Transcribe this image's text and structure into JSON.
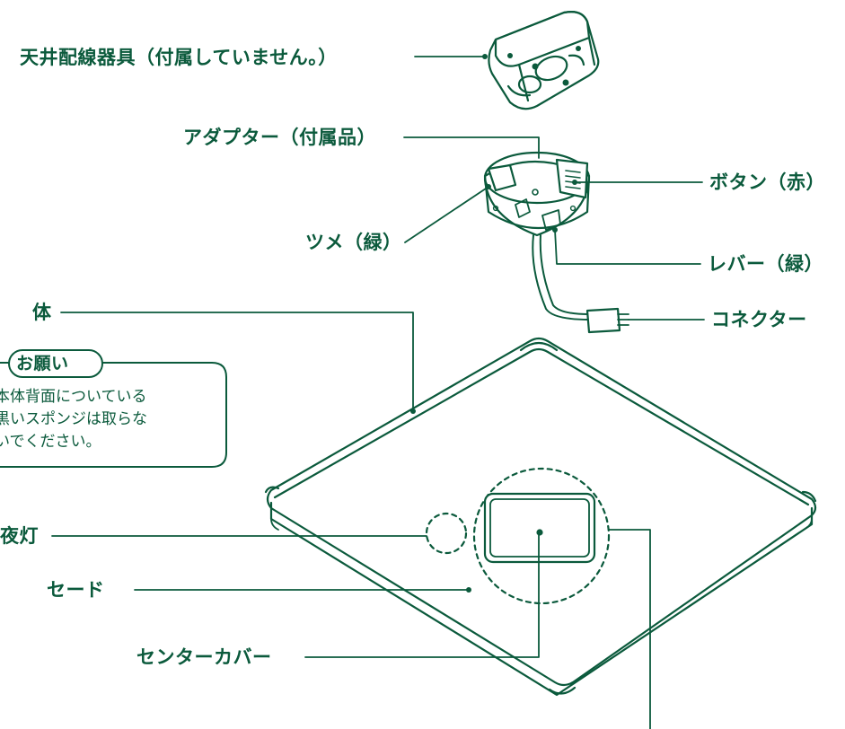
{
  "accent_color": "#0b5a3c",
  "labels": {
    "ceiling_fixture": "天井配線器具（付属していません。）",
    "adapter": "アダプター（付属品）",
    "button": "ボタン（赤）",
    "claw": "ツメ（緑）",
    "lever": "レバー（緑）",
    "connector": "コネクター",
    "body": "体",
    "night_light": "夜灯",
    "shade": "セード",
    "center_cover": "センターカバー"
  },
  "note": {
    "title": "お願い",
    "lines": [
      "本体背面についている",
      "黒いスポンジは取らな",
      "いでください。"
    ]
  }
}
